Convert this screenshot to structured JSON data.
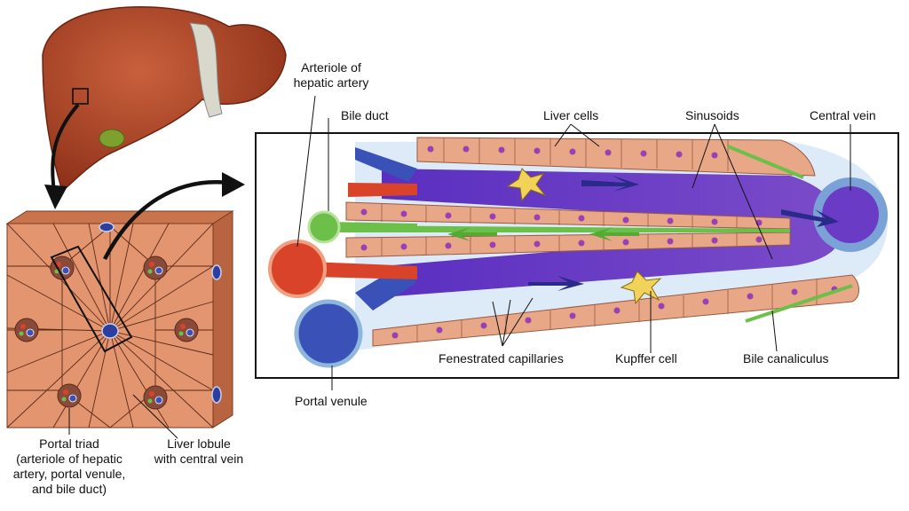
{
  "labels": {
    "arteriole": [
      "Arteriole of",
      "hepatic artery"
    ],
    "bile_duct": "Bile duct",
    "liver_cells": "Liver cells",
    "sinusoids": "Sinusoids",
    "central_vein": "Central vein",
    "fenestrated": "Fenestrated capillaries",
    "kupffer": "Kupffer cell",
    "bile_canaliculus": "Bile canaliculus",
    "portal_venule": "Portal venule",
    "portal_triad": [
      "Portal triad",
      "(arteriole of hepatic",
      "artery, portal venule,",
      "and bile duct)"
    ],
    "liver_lobule": [
      "Liver lobule",
      "with central vein"
    ]
  },
  "colors": {
    "liver": "#b5472a",
    "lobule_tissue": "#e2956e",
    "sinusoid": "#6a3bc4",
    "artery": "#d9432a",
    "vein": "#3a52b8",
    "bile": "#6cc04a",
    "hepatocyte": "#e8a888",
    "kupffer": "#f2d35a",
    "nucleus": "#9b3fb5"
  }
}
